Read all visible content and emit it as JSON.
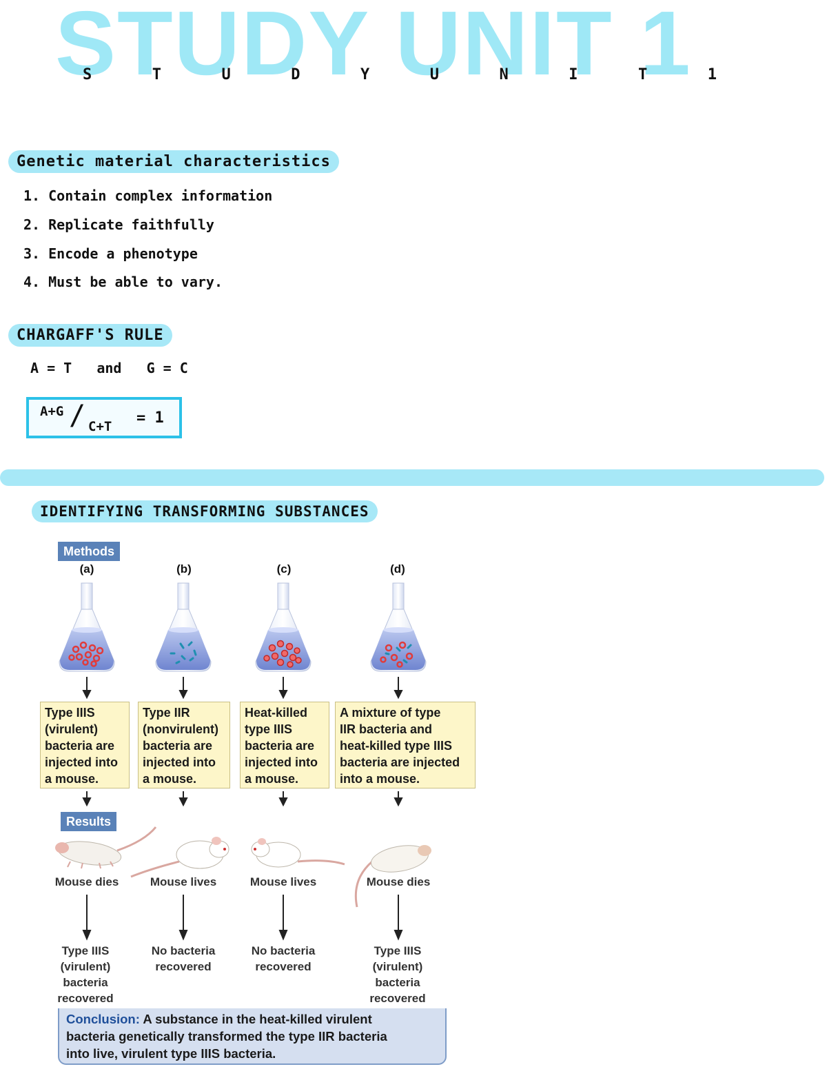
{
  "title": {
    "main": "STUDY UNIT 1",
    "spaced": [
      "S",
      "T",
      "U",
      "D",
      "Y",
      "U",
      "N",
      "I",
      "T",
      "1"
    ]
  },
  "genetic_material": {
    "heading": "Genetic material characteristics",
    "items": [
      "1. Contain complex information",
      "2. Replicate faithfully",
      "3. Encode a phenotype",
      "4. Must be able to vary."
    ]
  },
  "chargaff": {
    "heading": "CHARGAFF'S RULE",
    "pairs_text": "A = T   and   G = C",
    "ratio": {
      "numerator": "A+G",
      "denominator": "C+T",
      "rhs": "= 1"
    }
  },
  "transforming": {
    "heading": "IDENTIFYING TRANSFORMING SUBSTANCES"
  },
  "figure": {
    "methods_label": "Methods",
    "results_label": "Results",
    "columns": [
      {
        "letter": "(a)",
        "description": "Type IIIS (virulent) bacteria are injected into a mouse.",
        "desc_lines": [
          "Type IIIS",
          "(virulent)",
          "bacteria are",
          "injected into",
          "a mouse."
        ],
        "outcome": "Mouse dies",
        "recovered_lines": [
          "Type IIIS",
          "(virulent)",
          "bacteria",
          "recovered"
        ]
      },
      {
        "letter": "(b)",
        "description": "Type IIR (nonvirulent) bacteria are injected into a mouse.",
        "desc_lines": [
          "Type IIR",
          "(nonvirulent)",
          "bacteria are",
          "injected into",
          "a mouse."
        ],
        "outcome": "Mouse lives",
        "recovered_lines": [
          "No bacteria",
          "recovered"
        ]
      },
      {
        "letter": "(c)",
        "description": "Heat-killed type IIIS bacteria are injected into a mouse.",
        "desc_lines": [
          "Heat-killed",
          "type IIIS",
          "bacteria are",
          "injected into",
          "a mouse."
        ],
        "outcome": "Mouse lives",
        "recovered_lines": [
          "No bacteria",
          "recovered"
        ]
      },
      {
        "letter": "(d)",
        "description": "A mixture of type IIR bacteria and heat-killed type IIIS bacteria are injected into a mouse.",
        "desc_lines": [
          "A mixture of type",
          "IIR bacteria and",
          "heat-killed type IIIS",
          "bacteria are injected",
          "into a mouse."
        ],
        "outcome": "Mouse dies",
        "recovered_lines": [
          "Type IIIS",
          "(virulent)",
          "bacteria",
          "recovered"
        ]
      }
    ],
    "conclusion": {
      "lead": "Conclusion:",
      "lines": [
        "A substance in the heat-killed virulent",
        "bacteria genetically transformed the type IIR bacteria",
        "into live, virulent type IIIS bacteria."
      ]
    }
  },
  "colors": {
    "highlight": "#a7e8f7",
    "title": "#8fe4f5",
    "box_border": "#2cc1e8",
    "tag_blue": "#5a82b8",
    "note_yellow": "#fdf6c9",
    "conclusion_bg": "#d5dff0"
  }
}
